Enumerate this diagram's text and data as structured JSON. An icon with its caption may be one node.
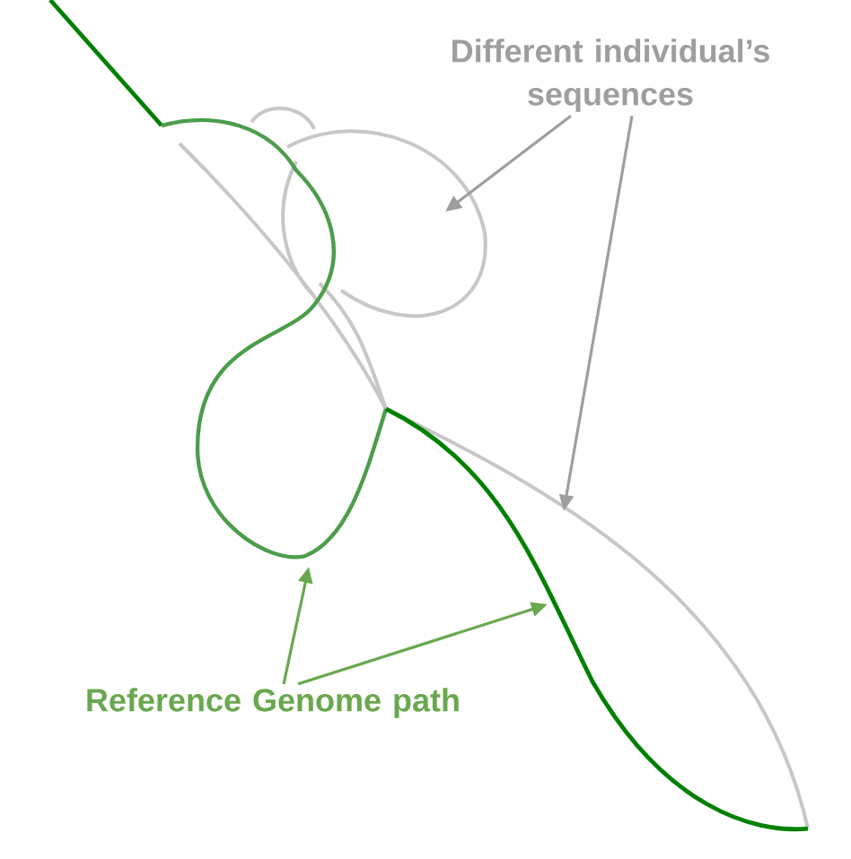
{
  "diagram": {
    "nodes": [
      {
        "text": [
          "Different individual’s sequences"
        ]
      },
      {
        "text": [
          "Reference Genome path"
        ]
      }
    ],
    "edges": [
      {
        "from": 0,
        "to": null,
        "arrow": "to",
        "color": "#9e9e9e"
      },
      {
        "from": 0,
        "to": null,
        "arrow": "to",
        "color": "#9e9e9e"
      },
      {
        "from": 1,
        "to": null,
        "arrow": "to",
        "color": "#6aa84f"
      },
      {
        "from": 1,
        "to": null,
        "arrow": "to",
        "color": "#6aa84f"
      }
    ]
  }
}
